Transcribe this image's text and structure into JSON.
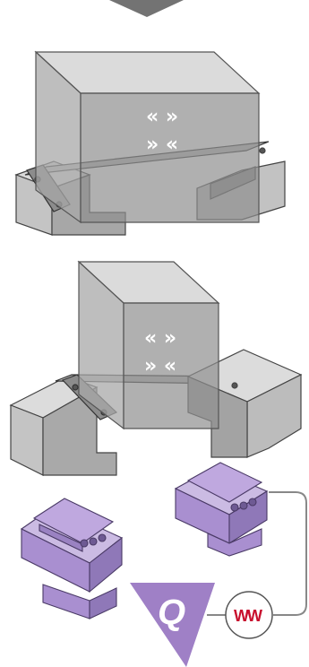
{
  "colors": {
    "accent_arrow": "#7a7a7a",
    "block_gray": "#b9b9b9",
    "glass_box": "#9a9a9a",
    "purple_part": "#a895c8",
    "triangle_purple": "#9f80c6",
    "heater_red": "#c8102e",
    "outline": "#333333"
  },
  "assemblies": [
    {
      "name": "top-fixture",
      "arrows": {
        "row1": "« »",
        "row2": "» «"
      }
    },
    {
      "name": "middle-fixture",
      "arrows": {
        "row1": "« »",
        "row2": "» «"
      }
    }
  ],
  "parts": {
    "count": 2,
    "label": "clamp-module"
  },
  "heat_symbol": {
    "label": "Q",
    "heater_label": "WW"
  },
  "icons": [
    "down-arrow-icon",
    "heat-source-triangle-icon",
    "heater-coil-icon"
  ]
}
